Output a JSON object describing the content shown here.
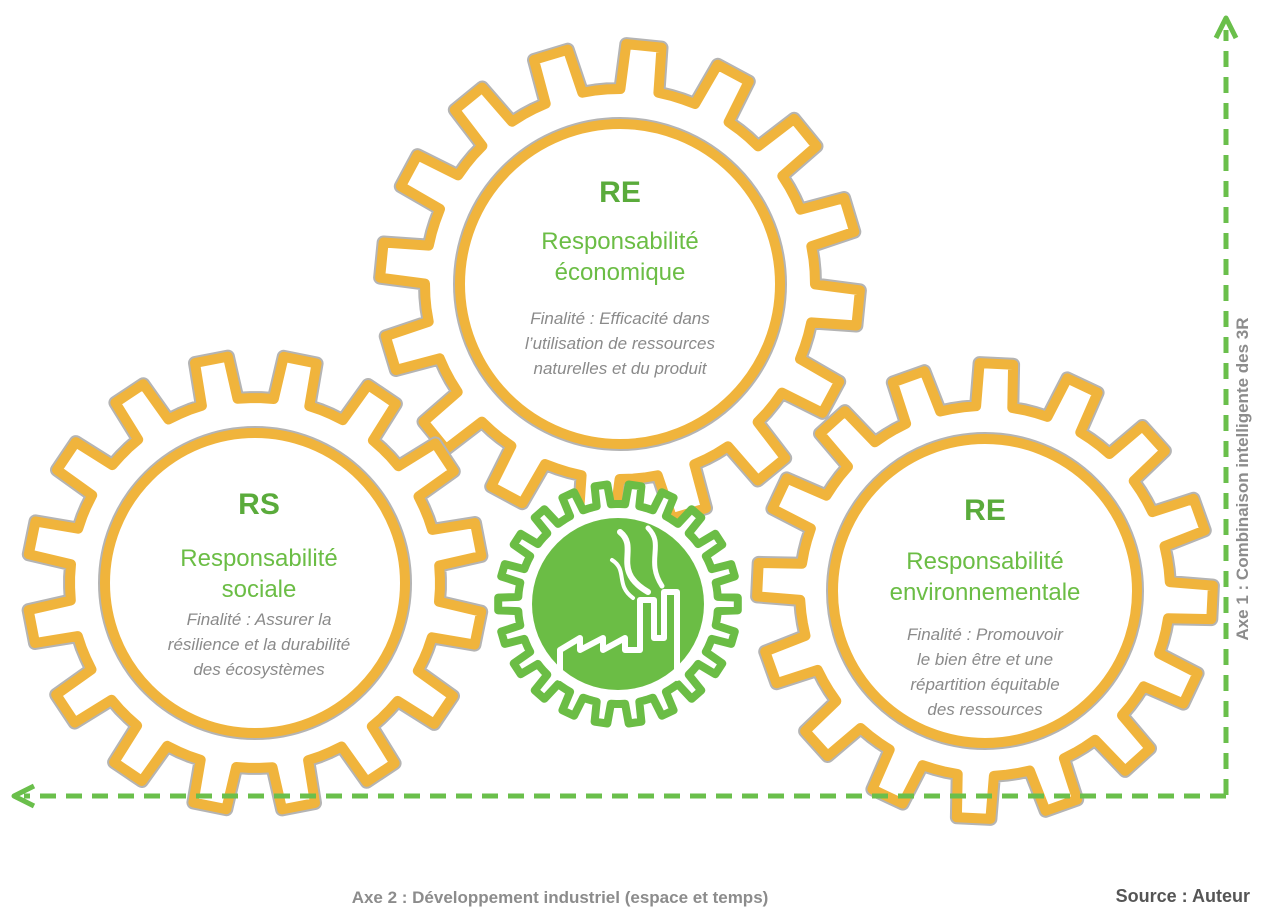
{
  "colors": {
    "gear_ring": "#f0b43c",
    "gear_outline": "#b4b4b4",
    "green": "#6bbd45",
    "axis_green": "#6abf4b"
  },
  "gears": {
    "top": {
      "code": "RE",
      "title_line1": "Responsabilité",
      "title_line2": "économique",
      "purpose_line1": "Finalité : Efficacité dans",
      "purpose_line2": "l’utilisation de ressources",
      "purpose_line3": "naturelles et du produit"
    },
    "left": {
      "code": "RS",
      "title_line1": "Responsabilité",
      "title_line2": "sociale",
      "purpose_line1": "Finalité : Assurer la",
      "purpose_line2": "résilience et la durabilité",
      "purpose_line3": "des écosystèmes"
    },
    "right": {
      "code": "RE",
      "title_line1": "Responsabilité",
      "title_line2": "environnementale",
      "purpose_line1": "Finalité : Promouvoir",
      "purpose_line2": "le bien être et une",
      "purpose_line3": "répartition équitable",
      "purpose_line4": "des ressources"
    },
    "center_icon": "factory-icon"
  },
  "axes": {
    "axis1_label": "Axe 1 : Combinaison intelligente des 3R",
    "axis2_label": "Axe 2 : Développement industriel (espace et temps)"
  },
  "source": "Source : Auteur"
}
